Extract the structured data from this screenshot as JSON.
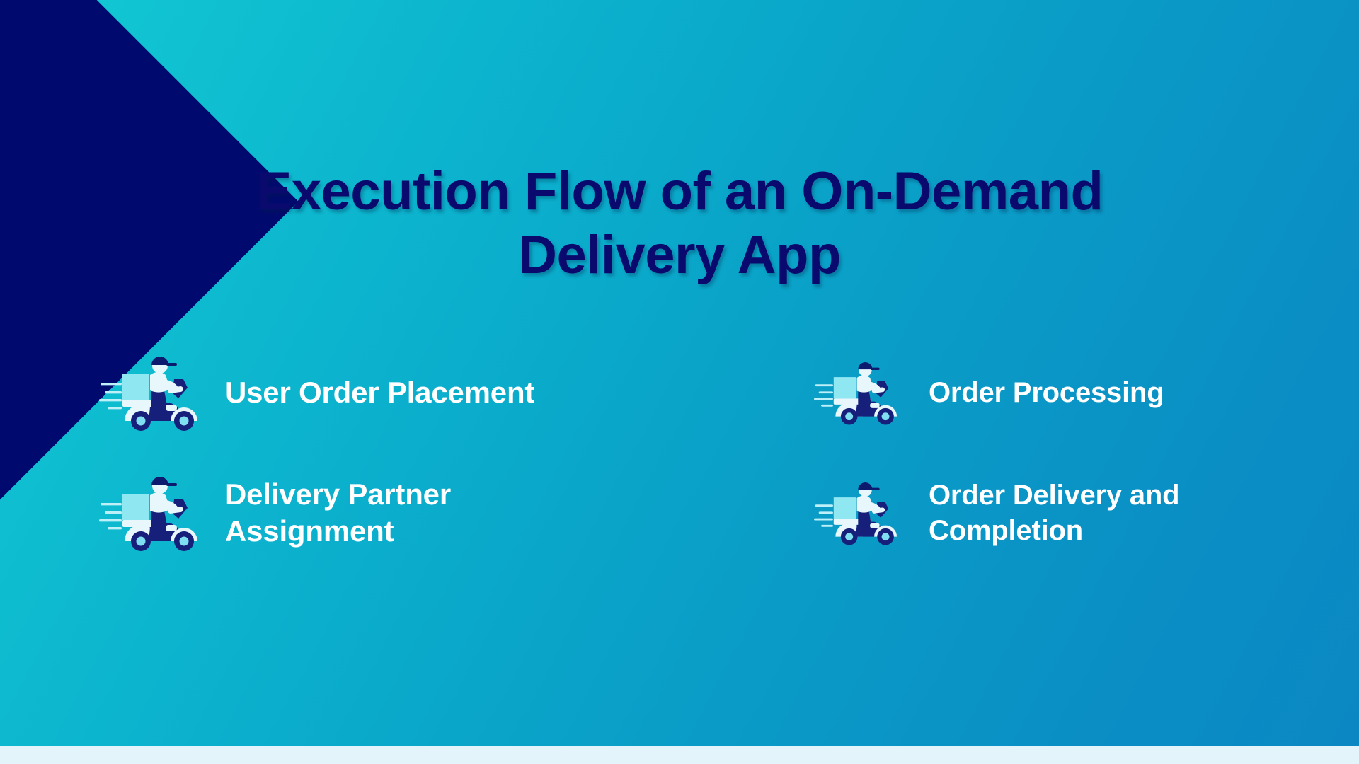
{
  "slide": {
    "title": "Execution Flow of an On-Demand\nDelivery App",
    "title_line_1": "Execution Flow of an On-Demand",
    "title_line_2": "Delivery App",
    "background_start_color": "#13cad4",
    "background_end_color": "#0b88c3",
    "accent_navy_color": "#000a6e",
    "label_color": "#ffffff",
    "title_color": "#0a0a6e",
    "bottom_strip_color": "#e4f4fb"
  },
  "steps": [
    {
      "index": "1",
      "label": "User Order Placement",
      "icon": "delivery-scooter-icon"
    },
    {
      "index": "2",
      "label": "Order Processing",
      "icon": "delivery-scooter-icon"
    },
    {
      "index": "3",
      "label": "Delivery Partner\nAssignment",
      "icon": "delivery-scooter-icon"
    },
    {
      "index": "4",
      "label": "Order Delivery and\nCompletion",
      "icon": "delivery-scooter-icon"
    }
  ],
  "icon_colors": {
    "rider_navy": "#0d1b6e",
    "box_cyan": "#8fe7f2",
    "body_light": "#e8f7fb",
    "wheel_hub": "#7fdff0",
    "speed_line": "#bdf0f8"
  }
}
